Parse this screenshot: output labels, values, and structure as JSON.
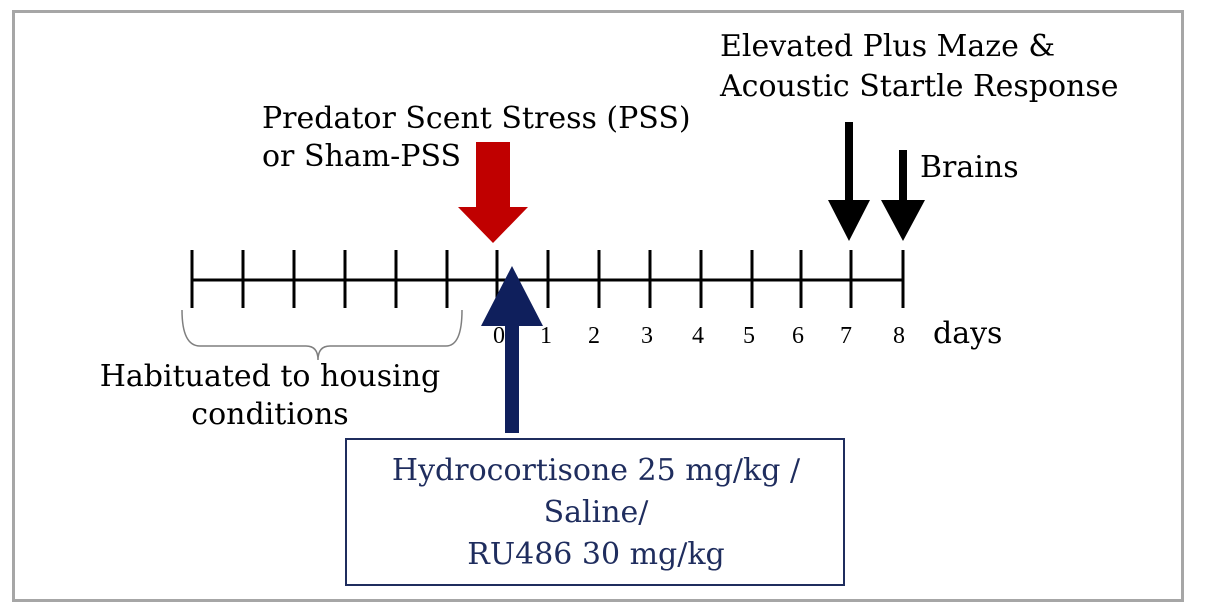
{
  "diagram": {
    "events": {
      "pss_line1": "Predator Scent Stress (PSS)",
      "pss_line2": "or Sham-PSS",
      "epm_line1": "Elevated Plus Maze  &",
      "epm_line2": "Acoustic Startle Response",
      "brains": "Brains"
    },
    "timeline": {
      "day_labels": [
        "0",
        "1",
        "2",
        "3",
        "4",
        "5",
        "6",
        "7",
        "8"
      ],
      "unit": "days"
    },
    "habituation": {
      "line1": "Habituated to housing",
      "line2": "conditions"
    },
    "treatment_box": {
      "line1": "Hydrocortisone 25 mg/kg /",
      "line2": "Saline/",
      "line3": "RU486 30 mg/kg"
    },
    "colors": {
      "pss_arrow": "#c00000",
      "treatment_arrow": "#0f1f5c",
      "test_arrows": "#000000",
      "box_border": "#1f2d5e",
      "box_text": "#1f2d5e",
      "frame": "#a6a6a6"
    }
  }
}
